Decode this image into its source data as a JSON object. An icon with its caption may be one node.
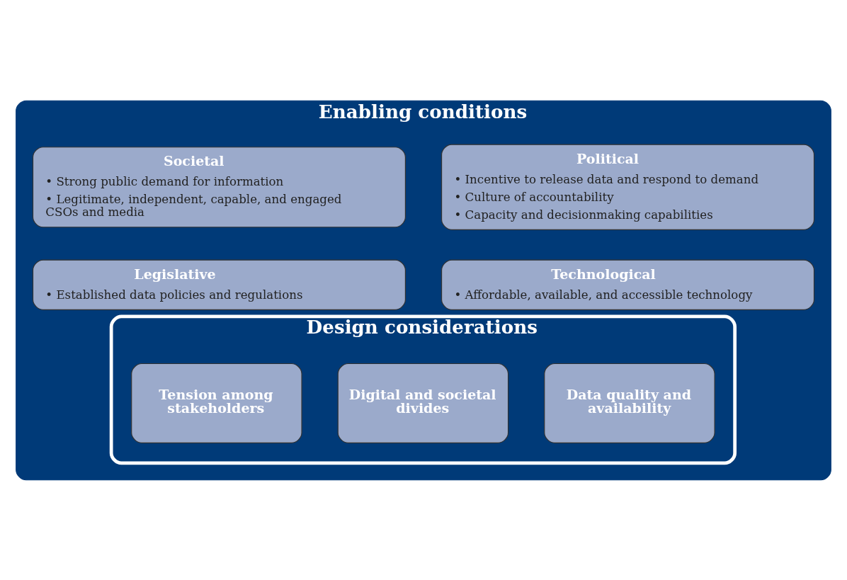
{
  "diagram": {
    "nodes": [
      {
        "text": [
          "Enabling conditions"
        ]
      },
      {
        "text": [
          "Political",
          "• Incentive to release data and respond to demand",
          "• Culture of accountability",
          "• Capacity and decisionmaking capabilities"
        ],
        "in": 0
      },
      {
        "text": [
          "Societal",
          "• Strong public demand for information",
          "• Legitimate, independent, capable, and engaged CSOs and media"
        ],
        "in": 0
      },
      {
        "text": [
          "Technological",
          "• Affordable, available, and accessible technology"
        ],
        "in": 0
      },
      {
        "text": [
          "Legislative",
          "• Established data policies and regulations"
        ],
        "in": 0
      },
      {
        "text": [
          "Design considerations"
        ],
        "in": 0
      },
      {
        "text": [
          "Data quality and availability"
        ],
        "in": 5
      },
      {
        "text": [
          "Digital and societal divides"
        ],
        "in": 5
      },
      {
        "text": [
          "Tension among stakeholders"
        ],
        "in": 5
      }
    ]
  }
}
